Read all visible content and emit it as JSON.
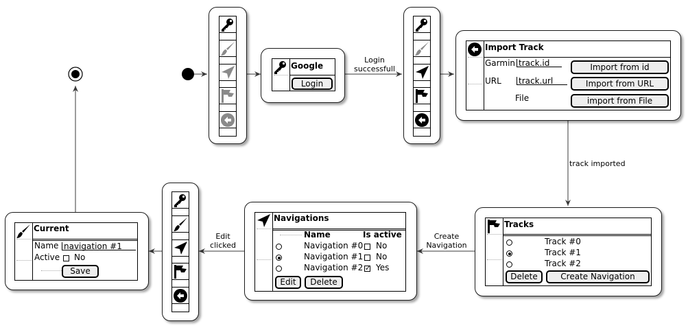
{
  "edges": {
    "login": "Login\nsuccessfull",
    "track_imported": "track imported",
    "create_navigation": "Create\nNavigation",
    "edit_clicked": "Edit\nclicked"
  },
  "icons": [
    "key-icon",
    "brush-icon",
    "navigation-arrow-icon",
    "flag-icon",
    "back-circle-icon"
  ],
  "google": {
    "title": "Google",
    "login_button": "Login"
  },
  "import_track": {
    "title": "Import Track",
    "garmin_label": "Garmin",
    "garmin_value": "track.id",
    "garmin_button": "Import from id",
    "url_label": "URL",
    "url_value": "track.url",
    "url_button": "Import from URL",
    "file_label": "File",
    "file_button": "import from File"
  },
  "tracks": {
    "title": "Tracks",
    "items": [
      {
        "label": "Track #0",
        "selected": false
      },
      {
        "label": "Track #1",
        "selected": true
      },
      {
        "label": "Track #2",
        "selected": false
      }
    ],
    "delete_button": "Delete",
    "create_button": "Create Navigation"
  },
  "navigations": {
    "title": "Navigations",
    "col_name": "Name",
    "col_active": "Is active",
    "rows": [
      {
        "name": "Navigation #0",
        "selected": false,
        "active": false,
        "active_label": "No"
      },
      {
        "name": "Navigation #1",
        "selected": true,
        "active": false,
        "active_label": "No"
      },
      {
        "name": "Navigation #2",
        "selected": false,
        "active": true,
        "active_label": "Yes"
      }
    ],
    "edit_button": "Edit",
    "delete_button": "Delete"
  },
  "current": {
    "title": "Current",
    "name_label": "Name",
    "name_value": "navigation #1",
    "active_label": "Active",
    "active_value": "No",
    "save_button": "Save"
  },
  "colors": {
    "line": "#383838",
    "disabled_icon": "#8a8a8a",
    "button_fill": "#eeeeee"
  }
}
